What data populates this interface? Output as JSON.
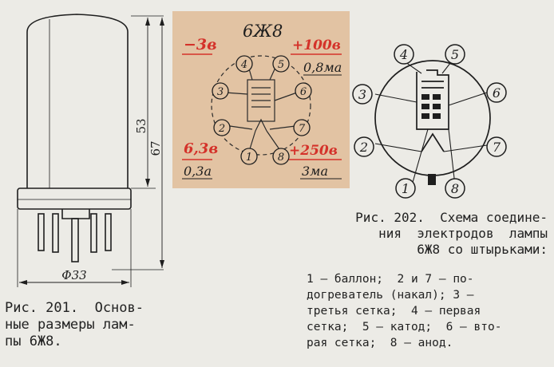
{
  "fig201": {
    "dim_height_53": "53",
    "dim_height_67": "67",
    "dim_diameter": "Φ33",
    "caption_lines": [
      "Рис. 201.  Основ-",
      "ные размеры лам-",
      "пы 6Ж8."
    ]
  },
  "fig_red": {
    "tube_name": "6Ж8",
    "top_left_voltage": "−3в",
    "top_right_voltage": "+100в",
    "top_right_current": "0,8ма",
    "bottom_left_voltage": "6,3в",
    "bottom_left_current": "0,3а",
    "bottom_right_voltage": "+250в",
    "bottom_right_current": "3ма",
    "pins": [
      "1",
      "2",
      "3",
      "4",
      "5",
      "6",
      "7",
      "8"
    ]
  },
  "fig202": {
    "pins": [
      "1",
      "2",
      "3",
      "4",
      "5",
      "6",
      "7",
      "8"
    ],
    "caption_lines": [
      "Рис. 202.  Схема соедине-",
      "ния  электродов  лампы",
      "6Ж8 со штырьками:"
    ],
    "legend_lines": [
      "1 — баллон;  2 и 7 — по-",
      "догреватель (накал); 3 —",
      "третья сетка;  4 — первая",
      "сетка;  5 — катод;  6 — вто-",
      "рая сетка;  8 — анод."
    ]
  },
  "colors": {
    "paper": "#ecebe6",
    "red_bg": "#e2c3a3",
    "red_ink": "#d4322a",
    "ink": "#1e1e1e"
  }
}
